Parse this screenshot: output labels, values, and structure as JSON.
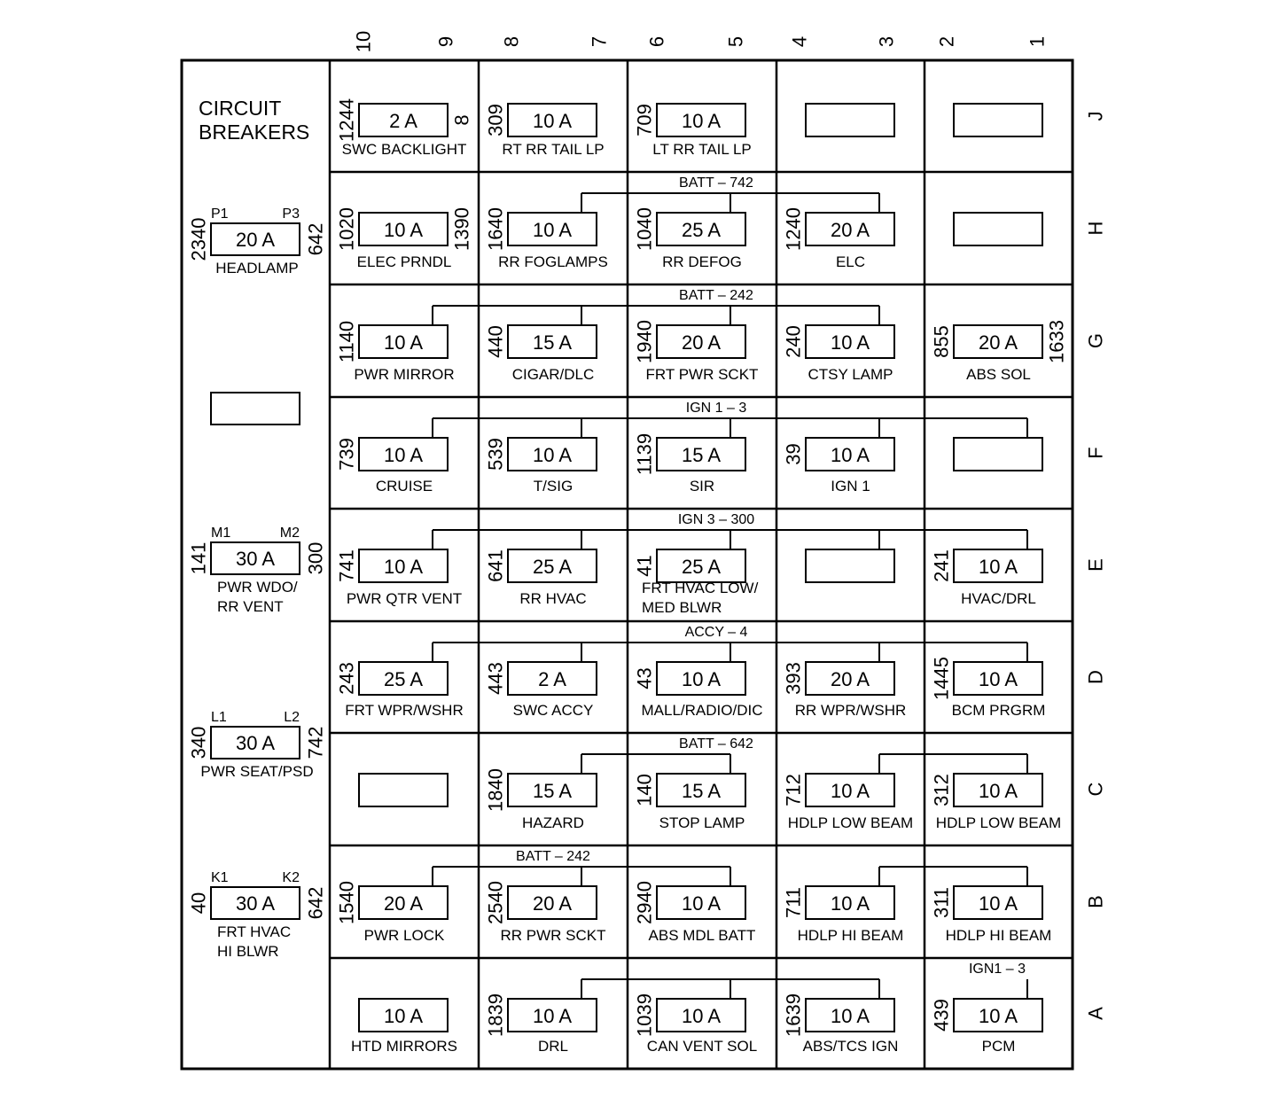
{
  "title": [
    "CIRCUIT",
    "BREAKERS"
  ],
  "columns": [
    "10",
    "9",
    "8",
    "7",
    "6",
    "5",
    "4",
    "3",
    "2",
    "1"
  ],
  "rows": [
    "J",
    "H",
    "G",
    "F",
    "E",
    "D",
    "C",
    "B",
    "A"
  ],
  "breakers": [
    {
      "terminals": [
        "P1",
        "P3"
      ],
      "amps": "20 A",
      "left_wire": "2340",
      "right_wire": "642",
      "label": [
        "HEADLAMP"
      ]
    },
    {
      "terminals": [],
      "amps": "",
      "left_wire": "",
      "right_wire": "",
      "label": []
    },
    {
      "terminals": [
        "M1",
        "M2"
      ],
      "amps": "30 A",
      "left_wire": "141",
      "right_wire": "300",
      "label": [
        "PWR WDO/",
        "RR VENT"
      ]
    },
    {
      "terminals": [
        "L1",
        "L2"
      ],
      "amps": "30 A",
      "left_wire": "340",
      "right_wire": "742",
      "label": [
        "PWR SEAT/PSD"
      ]
    },
    {
      "terminals": [
        "K1",
        "K2"
      ],
      "amps": "30 A",
      "left_wire": "40",
      "right_wire": "642",
      "label": [
        "FRT HVAC",
        "HI BLWR"
      ]
    }
  ],
  "bus_labels": {
    "H": "BATT  –  742",
    "G": "BATT  –  242",
    "F": "IGN 1 – 3",
    "E": "IGN 3 – 300",
    "D": "ACCY  –  4",
    "C": "BATT  –  642",
    "B": "BATT  –  242",
    "A": "IGN1 – 3"
  },
  "fuses": [
    {
      "row": "J",
      "col": 0,
      "amps": "2 A",
      "left_wire": "1244",
      "right_wire": "8",
      "label": [
        "SWC BACKLIGHT"
      ]
    },
    {
      "row": "J",
      "col": 1,
      "amps": "10 A",
      "left_wire": "309",
      "right_wire": "",
      "label": [
        "RT RR TAIL LP"
      ]
    },
    {
      "row": "J",
      "col": 2,
      "amps": "10 A",
      "left_wire": "709",
      "right_wire": "",
      "label": [
        "LT RR TAIL LP"
      ]
    },
    {
      "row": "J",
      "col": 3,
      "amps": "",
      "left_wire": "",
      "right_wire": "",
      "label": []
    },
    {
      "row": "J",
      "col": 4,
      "amps": "",
      "left_wire": "",
      "right_wire": "",
      "label": []
    },
    {
      "row": "H",
      "col": 0,
      "amps": "10 A",
      "left_wire": "1020",
      "right_wire": "1390",
      "label": [
        "ELEC PRNDL"
      ]
    },
    {
      "row": "H",
      "col": 1,
      "amps": "10 A",
      "left_wire": "1640",
      "right_wire": "",
      "label": [
        "RR FOGLAMPS"
      ]
    },
    {
      "row": "H",
      "col": 2,
      "amps": "25 A",
      "left_wire": "1040",
      "right_wire": "",
      "label": [
        "RR DEFOG"
      ]
    },
    {
      "row": "H",
      "col": 3,
      "amps": "20 A",
      "left_wire": "1240",
      "right_wire": "",
      "label": [
        "ELC"
      ]
    },
    {
      "row": "H",
      "col": 4,
      "amps": "",
      "left_wire": "",
      "right_wire": "",
      "label": []
    },
    {
      "row": "G",
      "col": 0,
      "amps": "10 A",
      "left_wire": "1140",
      "right_wire": "",
      "label": [
        "PWR MIRROR"
      ]
    },
    {
      "row": "G",
      "col": 1,
      "amps": "15 A",
      "left_wire": "440",
      "right_wire": "",
      "label": [
        "CIGAR/DLC"
      ]
    },
    {
      "row": "G",
      "col": 2,
      "amps": "20 A",
      "left_wire": "1940",
      "right_wire": "",
      "label": [
        "FRT PWR SCKT"
      ]
    },
    {
      "row": "G",
      "col": 3,
      "amps": "10 A",
      "left_wire": "240",
      "right_wire": "",
      "label": [
        "CTSY LAMP"
      ]
    },
    {
      "row": "G",
      "col": 4,
      "amps": "20 A",
      "left_wire": "855",
      "right_wire": "1633",
      "label": [
        "ABS SOL"
      ]
    },
    {
      "row": "F",
      "col": 0,
      "amps": "10 A",
      "left_wire": "739",
      "right_wire": "",
      "label": [
        "CRUISE"
      ]
    },
    {
      "row": "F",
      "col": 1,
      "amps": "10 A",
      "left_wire": "539",
      "right_wire": "",
      "label": [
        "T/SIG"
      ]
    },
    {
      "row": "F",
      "col": 2,
      "amps": "15 A",
      "left_wire": "1139",
      "right_wire": "",
      "label": [
        "SIR"
      ]
    },
    {
      "row": "F",
      "col": 3,
      "amps": "10 A",
      "left_wire": "39",
      "right_wire": "",
      "label": [
        "IGN 1"
      ]
    },
    {
      "row": "F",
      "col": 4,
      "amps": "",
      "left_wire": "",
      "right_wire": "",
      "label": []
    },
    {
      "row": "E",
      "col": 0,
      "amps": "10 A",
      "left_wire": "741",
      "right_wire": "",
      "label": [
        "PWR QTR VENT"
      ]
    },
    {
      "row": "E",
      "col": 1,
      "amps": "25 A",
      "left_wire": "641",
      "right_wire": "",
      "label": [
        "RR HVAC"
      ]
    },
    {
      "row": "E",
      "col": 2,
      "amps": "25 A",
      "left_wire": "41",
      "right_wire": "",
      "label": [
        "FRT HVAC LOW/",
        "MED BLWR"
      ]
    },
    {
      "row": "E",
      "col": 3,
      "amps": "",
      "left_wire": "",
      "right_wire": "",
      "label": []
    },
    {
      "row": "E",
      "col": 4,
      "amps": "10 A",
      "left_wire": "241",
      "right_wire": "",
      "label": [
        "HVAC/DRL"
      ]
    },
    {
      "row": "D",
      "col": 0,
      "amps": "25 A",
      "left_wire": "243",
      "right_wire": "",
      "label": [
        "FRT WPR/WSHR"
      ]
    },
    {
      "row": "D",
      "col": 1,
      "amps": "2 A",
      "left_wire": "443",
      "right_wire": "",
      "label": [
        "SWC ACCY"
      ]
    },
    {
      "row": "D",
      "col": 2,
      "amps": "10 A",
      "left_wire": "43",
      "right_wire": "",
      "label": [
        "MALL/RADIO/DIC"
      ]
    },
    {
      "row": "D",
      "col": 3,
      "amps": "20 A",
      "left_wire": "393",
      "right_wire": "",
      "label": [
        "RR WPR/WSHR"
      ]
    },
    {
      "row": "D",
      "col": 4,
      "amps": "10 A",
      "left_wire": "1445",
      "right_wire": "",
      "label": [
        "BCM PRGRM"
      ]
    },
    {
      "row": "C",
      "col": 0,
      "amps": "",
      "left_wire": "",
      "right_wire": "",
      "label": []
    },
    {
      "row": "C",
      "col": 1,
      "amps": "15 A",
      "left_wire": "1840",
      "right_wire": "",
      "label": [
        "HAZARD"
      ]
    },
    {
      "row": "C",
      "col": 2,
      "amps": "15 A",
      "left_wire": "140",
      "right_wire": "",
      "label": [
        "STOP LAMP"
      ]
    },
    {
      "row": "C",
      "col": 3,
      "amps": "10 A",
      "left_wire": "712",
      "right_wire": "",
      "label": [
        "HDLP LOW BEAM"
      ]
    },
    {
      "row": "C",
      "col": 4,
      "amps": "10 A",
      "left_wire": "312",
      "right_wire": "",
      "label": [
        "HDLP LOW BEAM"
      ]
    },
    {
      "row": "B",
      "col": 0,
      "amps": "20 A",
      "left_wire": "1540",
      "right_wire": "",
      "label": [
        "PWR LOCK"
      ]
    },
    {
      "row": "B",
      "col": 1,
      "amps": "20 A",
      "left_wire": "2540",
      "right_wire": "",
      "label": [
        "RR PWR SCKT"
      ]
    },
    {
      "row": "B",
      "col": 2,
      "amps": "10 A",
      "left_wire": "2940",
      "right_wire": "",
      "label": [
        "ABS MDL BATT"
      ]
    },
    {
      "row": "B",
      "col": 3,
      "amps": "10 A",
      "left_wire": "711",
      "right_wire": "",
      "label": [
        "HDLP HI BEAM"
      ]
    },
    {
      "row": "B",
      "col": 4,
      "amps": "10 A",
      "left_wire": "311",
      "right_wire": "",
      "label": [
        "HDLP HI BEAM"
      ]
    },
    {
      "row": "A",
      "col": 0,
      "amps": "10 A",
      "left_wire": "",
      "right_wire": "",
      "label": [
        "HTD MIRRORS"
      ]
    },
    {
      "row": "A",
      "col": 1,
      "amps": "10 A",
      "left_wire": "1839",
      "right_wire": "",
      "label": [
        "DRL"
      ]
    },
    {
      "row": "A",
      "col": 2,
      "amps": "10 A",
      "left_wire": "1039",
      "right_wire": "",
      "label": [
        "CAN VENT SOL"
      ]
    },
    {
      "row": "A",
      "col": 3,
      "amps": "10 A",
      "left_wire": "1639",
      "right_wire": "",
      "label": [
        "ABS/TCS IGN"
      ]
    },
    {
      "row": "A",
      "col": 4,
      "amps": "10 A",
      "left_wire": "439",
      "right_wire": "",
      "label": [
        "PCM"
      ]
    }
  ]
}
